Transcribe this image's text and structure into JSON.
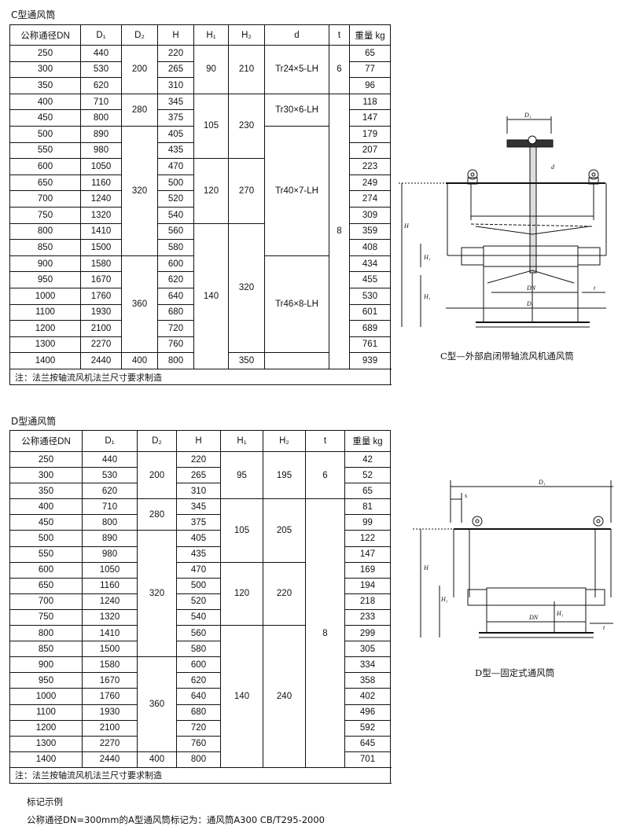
{
  "c_section": {
    "title": "C型通风筒",
    "headers": [
      "公称通径DN",
      "D₁",
      "D₂",
      "H",
      "H₁",
      "H₂",
      "d",
      "t",
      "重量 kg"
    ],
    "dn": [
      "250",
      "300",
      "350",
      "400",
      "450",
      "500",
      "550",
      "600",
      "650",
      "700",
      "750",
      "800",
      "850",
      "900",
      "950",
      "1000",
      "1100",
      "1200",
      "1300",
      "1400"
    ],
    "d1": [
      "440",
      "530",
      "620",
      "710",
      "800",
      "890",
      "980",
      "1050",
      "1160",
      "1240",
      "1320",
      "1410",
      "1500",
      "1580",
      "1670",
      "1760",
      "1930",
      "2100",
      "2270",
      "2440"
    ],
    "h": [
      "220",
      "265",
      "310",
      "345",
      "375",
      "405",
      "435",
      "470",
      "500",
      "520",
      "540",
      "560",
      "580",
      "600",
      "620",
      "640",
      "680",
      "720",
      "760",
      "800"
    ],
    "weight": [
      "65",
      "77",
      "96",
      "118",
      "147",
      "179",
      "207",
      "223",
      "249",
      "274",
      "309",
      "359",
      "408",
      "434",
      "455",
      "530",
      "601",
      "689",
      "761",
      "939"
    ],
    "d2_groups": [
      "200",
      "280",
      "320",
      "360",
      "400"
    ],
    "h1_groups": [
      "90",
      "105",
      "120",
      "140"
    ],
    "h2_groups": [
      "210",
      "230",
      "270",
      "320",
      "350"
    ],
    "d_groups": [
      "Tr24×5-LH",
      "Tr30×6-LH",
      "Tr40×7-LH",
      "Tr46×8-LH"
    ],
    "t_groups": [
      "6",
      "8"
    ],
    "note": "注：法兰按轴流风机法兰尺寸要求制造",
    "caption": "C型—外部启闭带轴流风机通风筒",
    "labels": {
      "D1": "D₁",
      "d": "d",
      "H": "H",
      "H1": "H₁",
      "DN": "DN",
      "t": "t"
    }
  },
  "d_section": {
    "title": "D型通风筒",
    "headers": [
      "公称通径DN",
      "D₁",
      "D₂",
      "H",
      "H₁",
      "H₂",
      "t",
      "重量 kg"
    ],
    "dn": [
      "250",
      "300",
      "350",
      "400",
      "450",
      "500",
      "550",
      "600",
      "650",
      "700",
      "750",
      "800",
      "850",
      "900",
      "950",
      "1000",
      "1100",
      "1200",
      "1300",
      "1400"
    ],
    "d1": [
      "440",
      "530",
      "620",
      "710",
      "800",
      "890",
      "980",
      "1050",
      "1160",
      "1240",
      "1320",
      "1410",
      "1500",
      "1580",
      "1670",
      "1760",
      "1930",
      "2100",
      "2270",
      "2440"
    ],
    "h": [
      "220",
      "265",
      "310",
      "345",
      "375",
      "405",
      "435",
      "470",
      "500",
      "520",
      "540",
      "560",
      "580",
      "600",
      "620",
      "640",
      "680",
      "720",
      "760",
      "800"
    ],
    "weight": [
      "42",
      "52",
      "65",
      "81",
      "99",
      "122",
      "147",
      "169",
      "194",
      "218",
      "233",
      "299",
      "305",
      "334",
      "358",
      "402",
      "496",
      "592",
      "645",
      "701"
    ],
    "d2_groups": [
      "200",
      "280",
      "320",
      "360",
      "400"
    ],
    "h1_groups": [
      "95",
      "105",
      "120",
      "140"
    ],
    "h2_groups": [
      "195",
      "205",
      "220",
      "240"
    ],
    "t_groups": [
      "6",
      "8"
    ],
    "note": "注：法兰按轴流风机法兰尺寸要求制造",
    "caption": "D型—固定式通风筒",
    "labels": {
      "D1": "D₁",
      "s": "s",
      "H": "H",
      "H1": "H₁",
      "DN": "DN",
      "t": "t"
    }
  },
  "example": {
    "heading": "标记示例",
    "text": "公称通径DN=300mm的A型通风筒标记为：通风筒A300  CB/T295-2000"
  }
}
